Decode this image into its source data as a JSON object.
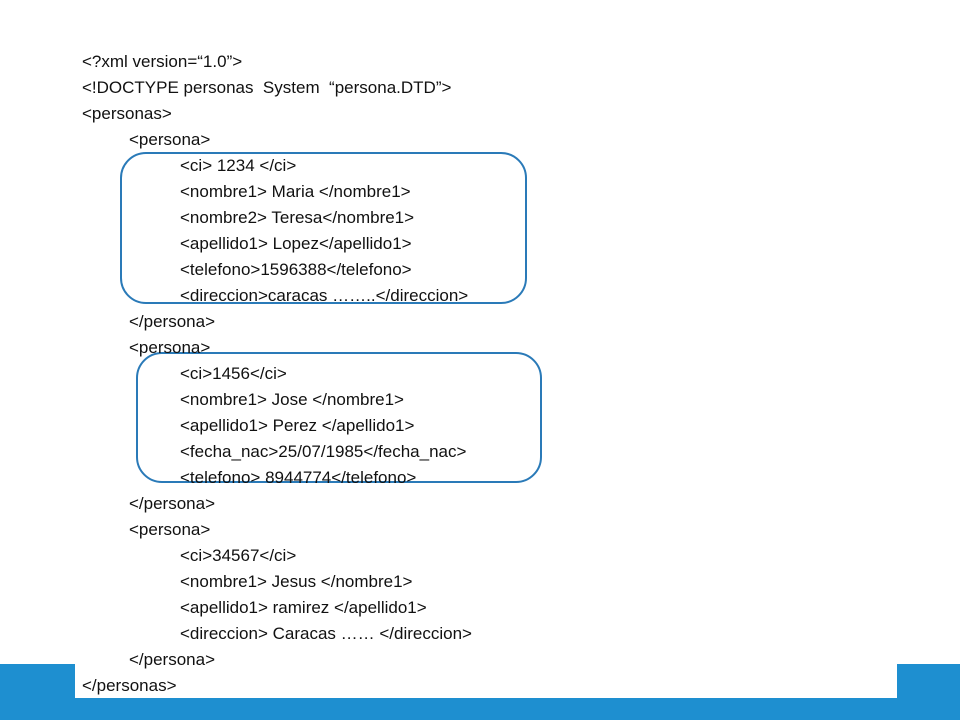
{
  "colors": {
    "footer": "#1e8fd0",
    "box_outline": "#2a7ab8"
  },
  "xml_lines": [
    "<?xml version=“1.0”>",
    "<!DOCTYPE personas  System  “persona.DTD”>",
    "<personas>",
    "<persona>",
    "<ci> 1234 </ci>",
    "<nombre1> Maria </nombre1>",
    "<nombre2> Teresa</nombre1>",
    "<apellido1> Lopez</apellido1>",
    "<telefono>1596388</telefono>",
    "<direccion>caracas ……..</direccion>",
    "</persona>",
    "<persona>",
    "<ci>1456</ci>",
    "<nombre1> Jose </nombre1>",
    "<apellido1> Perez </apellido1>",
    "<fecha_nac>25/07/1985</fecha_nac>",
    "<telefono> 8944774</telefono>",
    "</persona>",
    "<persona>",
    "<ci>34567</ci>",
    "<nombre1> Jesus </nombre1>",
    "<apellido1> ramirez </apellido1>",
    "<direccion> Caracas …… </direccion>",
    "</persona>",
    "</personas>"
  ]
}
